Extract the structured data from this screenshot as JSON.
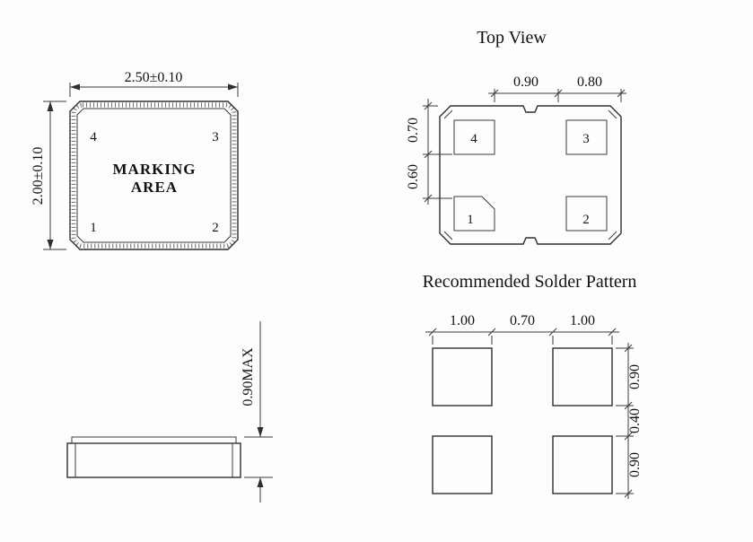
{
  "package_view": {
    "dim_width": "2.50±0.10",
    "dim_height": "2.00±0.10",
    "marking_line1": "MARKING",
    "marking_line2": "AREA",
    "pin_tl": "4",
    "pin_tr": "3",
    "pin_bl": "1",
    "pin_br": "2"
  },
  "top_view": {
    "title": "Top View",
    "dim_top_segments": [
      "0.90",
      "0.80"
    ],
    "dim_left_segments": [
      "0.70",
      "0.60"
    ],
    "pin_tl": "4",
    "pin_tr": "3",
    "pin_bl": "1",
    "pin_br": "2"
  },
  "side_view": {
    "dim_height": "0.90MAX"
  },
  "solder_pattern": {
    "title": "Recommended Solder Pattern",
    "dim_top_segments": [
      "1.00",
      "0.70",
      "1.00"
    ],
    "dim_right_segments": [
      "0.90",
      "0.40",
      "0.90"
    ]
  }
}
